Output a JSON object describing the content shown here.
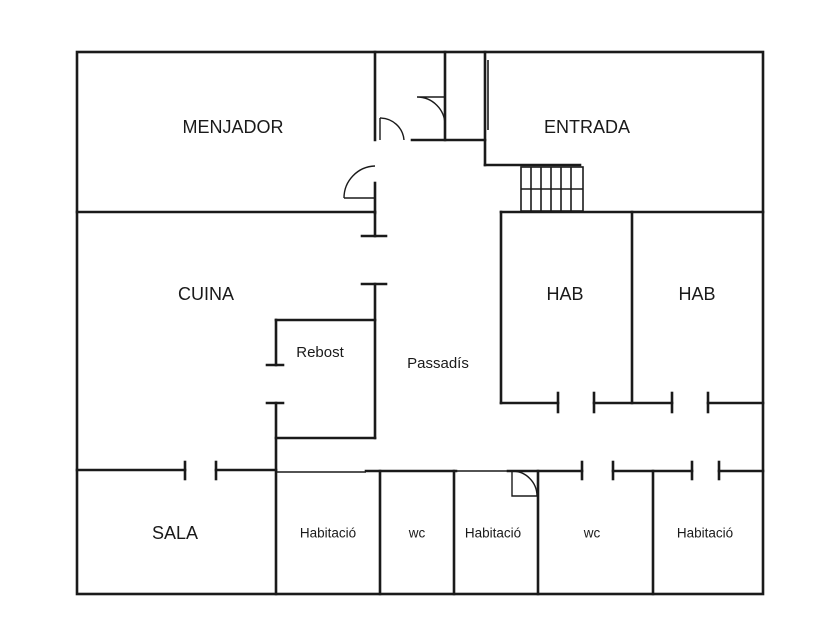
{
  "rooms": {
    "menjador": "MENJADOR",
    "entrada": "ENTRADA",
    "cuina": "CUINA",
    "hab1": "HAB",
    "hab2": "HAB",
    "rebost": "Rebost",
    "passadis": "Passadís",
    "sala": "SALA",
    "habitacio1": "Habitació",
    "wc1": "wc",
    "habitacio2": "Habitació",
    "wc2": "wc",
    "habitacio3": "Habitació"
  },
  "colors": {
    "wall": "#1a1a1a",
    "background": "#ffffff"
  }
}
